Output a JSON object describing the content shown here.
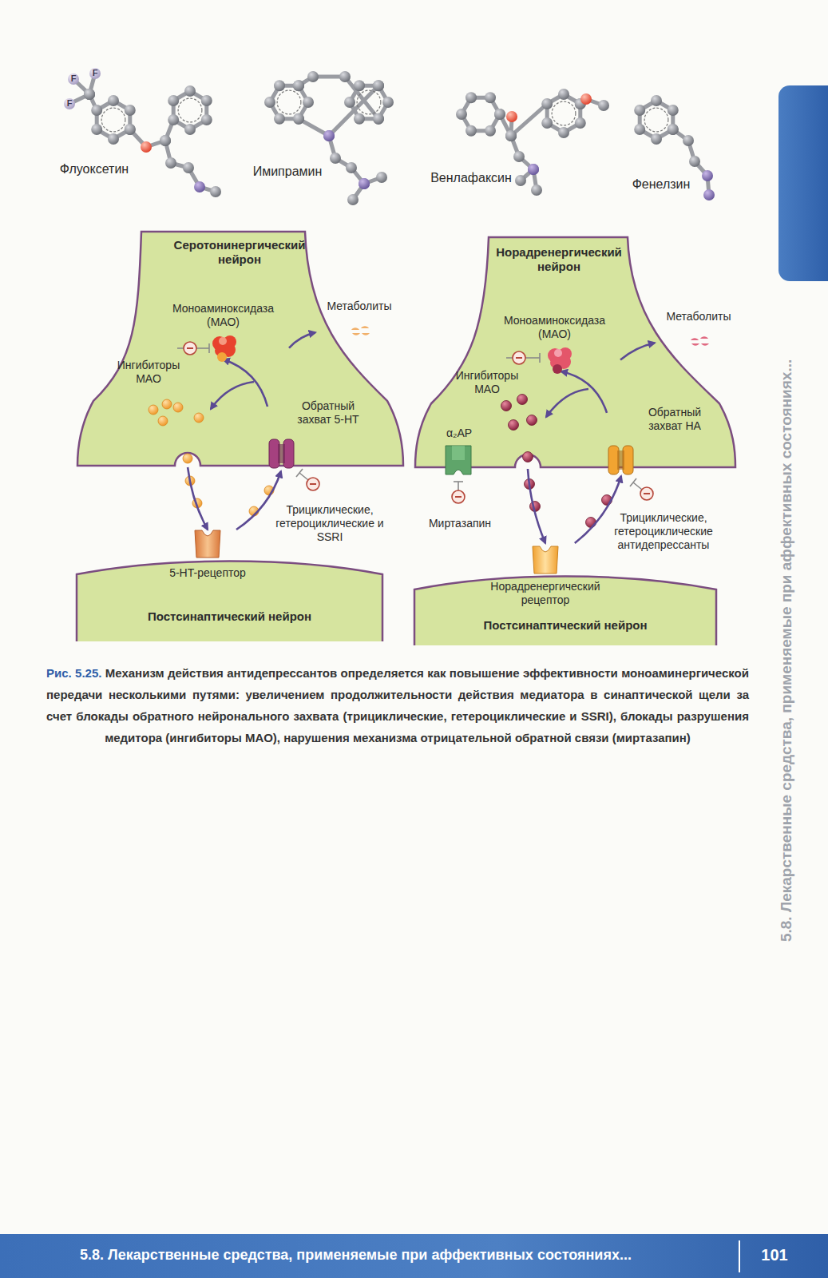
{
  "diagram": {
    "caption": "Механизм действия антидепрессантов определяется как повышение эффективности моноаминергической передачи несколькими путями: увеличением продолжительности действия медиатора в синаптической щели за счет блокады обратного нейронального захвата (трициклические, гетероциклические и SSRI), блокады разрушения медитора (ингибиторы МАО), нарушения механизма отрицательной обратной связи (миртазапин)",
    "nodes": [
      {
        "text": [
          "Серотонинергический нейрон"
        ]
      },
      {
        "text": [
          "Моноаминоксидаза (МАО)"
        ],
        "in": 0
      },
      {
        "text": [
          "Обратный захват 5-HT"
        ],
        "in": 0
      },
      {
        "text": [
          "Метаболиты"
        ]
      },
      {
        "text": [
          "Постсинаптический нейрон"
        ]
      },
      {
        "text": [
          "5-HT-рецептор"
        ],
        "in": 4
      },
      {
        "text": [
          "Норадренергический нейрон"
        ]
      },
      {
        "text": [
          "Моноаминоксидаза (МАО)"
        ],
        "in": 6
      },
      {
        "text": [
          "α₂АР"
        ],
        "in": 6
      },
      {
        "text": [
          "Обратный захват НА"
        ],
        "in": 6
      },
      {
        "text": [
          "Метаболиты"
        ]
      },
      {
        "text": [
          "Постсинаптический нейрон"
        ]
      },
      {
        "text": [
          "Норадренергический рецептор"
        ],
        "in": 11
      }
    ],
    "edges": [
      {
        "from": 2,
        "to": 1,
        "arrow": "to"
      },
      {
        "from": 1,
        "to": 3,
        "arrow": "to"
      },
      {
        "from": 0,
        "to": 5,
        "arrow": "to"
      },
      {
        "from": 5,
        "to": 2,
        "arrow": "to"
      },
      {
        "from": 9,
        "to": 7,
        "arrow": "to"
      },
      {
        "from": 7,
        "to": 10,
        "arrow": "to"
      },
      {
        "from": 6,
        "to": 12,
        "arrow": "to"
      },
      {
        "from": 12,
        "to": 9,
        "arrow": "to"
      }
    ],
    "labels": [
      "F",
      "F",
      "F",
      "Флуоксетин",
      "Имипрамин",
      "Венлафаксин",
      "Фенелзин",
      "Ингибиторы МАО",
      "Трициклические, гетероциклические и SSRI",
      "Ингибиторы МАО",
      "Миртазапин",
      "Трициклические, гетероциклические антидепрессанты",
      "Рис. 5.25.",
      "5.8. Лекарственные средства, применяемые при аффективных состояниях...",
      "5.8. Лекарственные средства, применяемые при аффективных состояниях...",
      "101"
    ]
  }
}
